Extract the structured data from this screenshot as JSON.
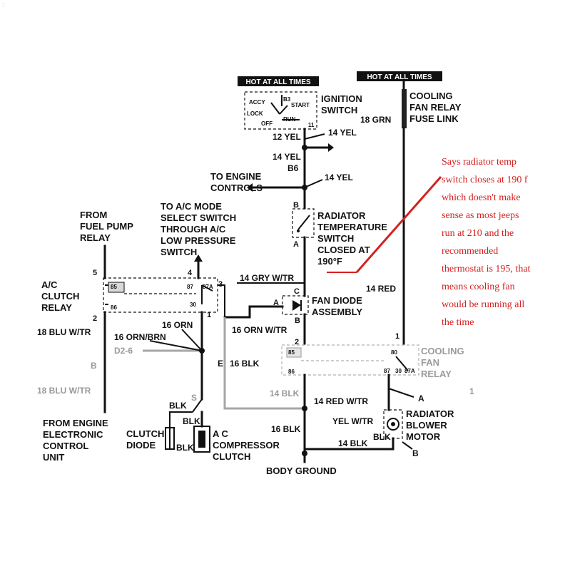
{
  "corner_mark": "::",
  "hot_labels": {
    "left": "HOT AT ALL TIMES",
    "right": "HOT AT ALL TIMES"
  },
  "ignition": {
    "pos_accy": "ACCY",
    "pos_b3": "B3",
    "pos_start": "START",
    "pos_lock": "LOCK",
    "pos_off": "OFF",
    "pos_run": "RUN",
    "pin_11": "11",
    "name_1": "IGNITION",
    "name_2": "SWITCH"
  },
  "fuse_link": {
    "line1": "COOLING",
    "line2": "FAN RELAY",
    "line3": "FUSE LINK",
    "wire": "18 GRN"
  },
  "wires": {
    "w12yel": "12 YEL",
    "w14yel_right": "14 YEL",
    "w14yel_left": "14 YEL",
    "b6": "B6",
    "w14yel_engine": "14 YEL",
    "w14gry": "14 GRY W/TR",
    "w14red": "14 RED",
    "w16orn_wtr": "16 ORN W/TR",
    "w16orn": "16 ORN",
    "w16orn_brn": "16 ORN/BRN",
    "d26": "D2-6",
    "e": "E",
    "w16blk_e": "16 BLK",
    "w18blu_1": "18 BLU W/TR",
    "w18blu_2": "18 BLU W/TR",
    "b_left": "B",
    "w14blk": "14 BLK",
    "w14redwtr": "14 RED W/TR",
    "a_right": "A",
    "yel_wtr": "YEL W/TR",
    "w16blk": "16 BLK",
    "w14blk_bottom": "14 BLK",
    "blk_motor": "BLK",
    "b_motor": "B",
    "blk_clutch_1": "BLK",
    "blk_clutch_2": "BLK",
    "blk_clutch_3": "BLK",
    "s_label": "S"
  },
  "engine_controls": {
    "line1": "TO ENGINE",
    "line2": "CONTROLS"
  },
  "rad_temp_switch": {
    "b": "B",
    "a": "A",
    "line1": "RADIATOR",
    "line2": "TEMPERATURE",
    "line3": "SWITCH",
    "line4": "CLOSED AT",
    "line5": "190°F"
  },
  "fuel_pump": {
    "line1": "FROM",
    "line2": "FUEL PUMP",
    "line3": "RELAY"
  },
  "ac_mode": {
    "line1": "TO A/C MODE",
    "line2": "SELECT SWITCH",
    "line3": "THROUGH A/C",
    "line4": "LOW PRESSURE",
    "line5": "SWITCH"
  },
  "ac_relay": {
    "pin5": "5",
    "pin4": "4",
    "pin2": "2",
    "pin3": "3",
    "pin1": "1",
    "p85": "85",
    "p86": "86",
    "p87": "87",
    "p87a": "87A",
    "p30": "30",
    "line1": "A/C",
    "line2": "CLUTCH",
    "line3": "RELAY"
  },
  "fan_diode": {
    "c": "C",
    "a": "A",
    "b": "B",
    "line1": "FAN DIODE",
    "line2": "ASSEMBLY"
  },
  "cooling_relay": {
    "pin1": "1",
    "pin2": "2",
    "pin1b": "1",
    "p85": "85",
    "p80": "80",
    "p86": "86",
    "p87": "87",
    "p87a": "87A",
    "p30": "30",
    "line1": "COOLING",
    "line2": "FAN",
    "line3": "RELAY"
  },
  "ecu": {
    "line1": "FROM ENGINE",
    "line2": "ELECTRONIC",
    "line3": "CONTROL",
    "line4": "UNIT"
  },
  "clutch_diode": {
    "line1": "CLUTCH",
    "line2": "DIODE"
  },
  "compressor": {
    "line1": "A C",
    "line2": "COMPRESSOR",
    "line3": "CLUTCH"
  },
  "blower": {
    "line1": "RADIATOR",
    "line2": "BLOWER",
    "line3": "MOTOR"
  },
  "ground": "BODY GROUND",
  "annotation": [
    "Says radiator temp",
    "switch closes at 190 f",
    "which doesn't make",
    "sense as most jeeps",
    "run at 210 and the",
    "recommended",
    "thermostat is 195, that",
    "means cooling fan",
    "would be running all",
    "the time"
  ],
  "colors": {
    "ink": "#111111",
    "annotation": "#d42020",
    "faint": "#9a9a9a"
  }
}
